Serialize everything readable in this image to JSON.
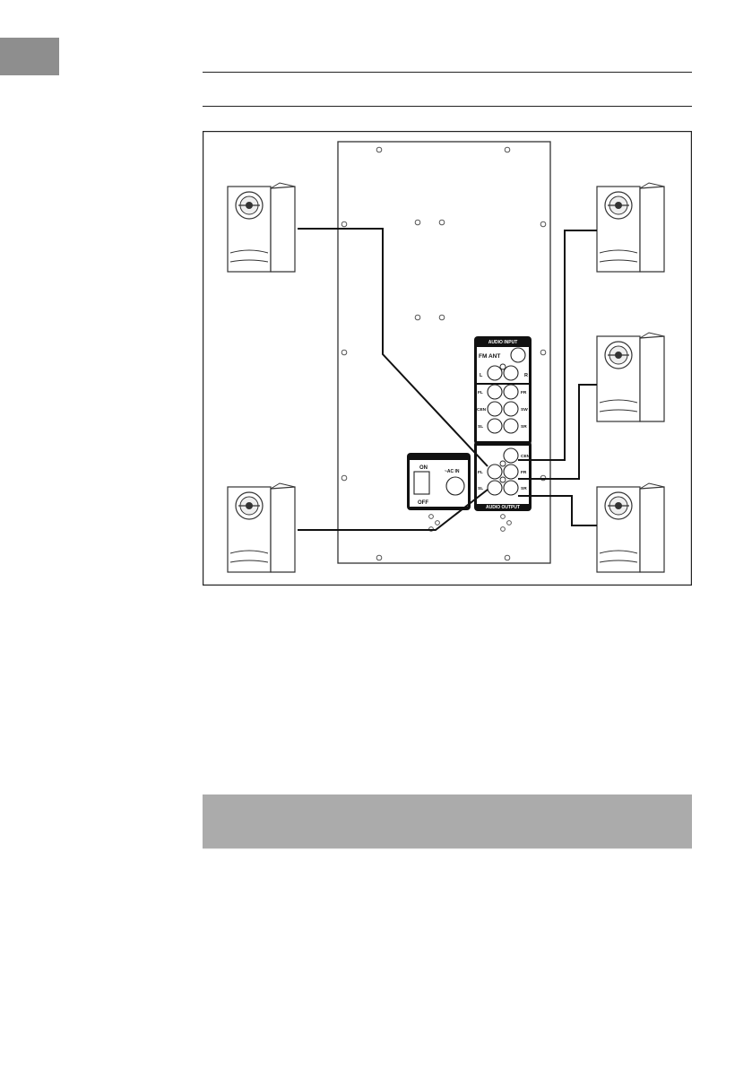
{
  "page": {
    "tab_color": "#8e8e8e",
    "note_bar_color": "#ababab",
    "note_text": ""
  },
  "figure": {
    "description_icon": "speaker-connection-diagram",
    "input_panel": {
      "title": "AUDIO INPUT",
      "fm_label": "FM ANT",
      "left_label": "L",
      "right_label": "R",
      "fl_label": "FL",
      "fr_label": "FR",
      "cen_label": "CEN",
      "sw_label": "SW",
      "sl_label": "SL",
      "sr_label": "SR"
    },
    "power_panel": {
      "on_label": "ON",
      "off_label": "OFF",
      "ac_label": "~AC IN"
    },
    "output_panel": {
      "title": "AUDIO OUTPUT",
      "fl_label": "FL",
      "fr_label": "FR",
      "cen_label": "CEN",
      "sl_label": "SL",
      "sr_label": "SR"
    },
    "speakers": [
      "front-left",
      "surround-left",
      "front-right",
      "center",
      "surround-right"
    ]
  }
}
